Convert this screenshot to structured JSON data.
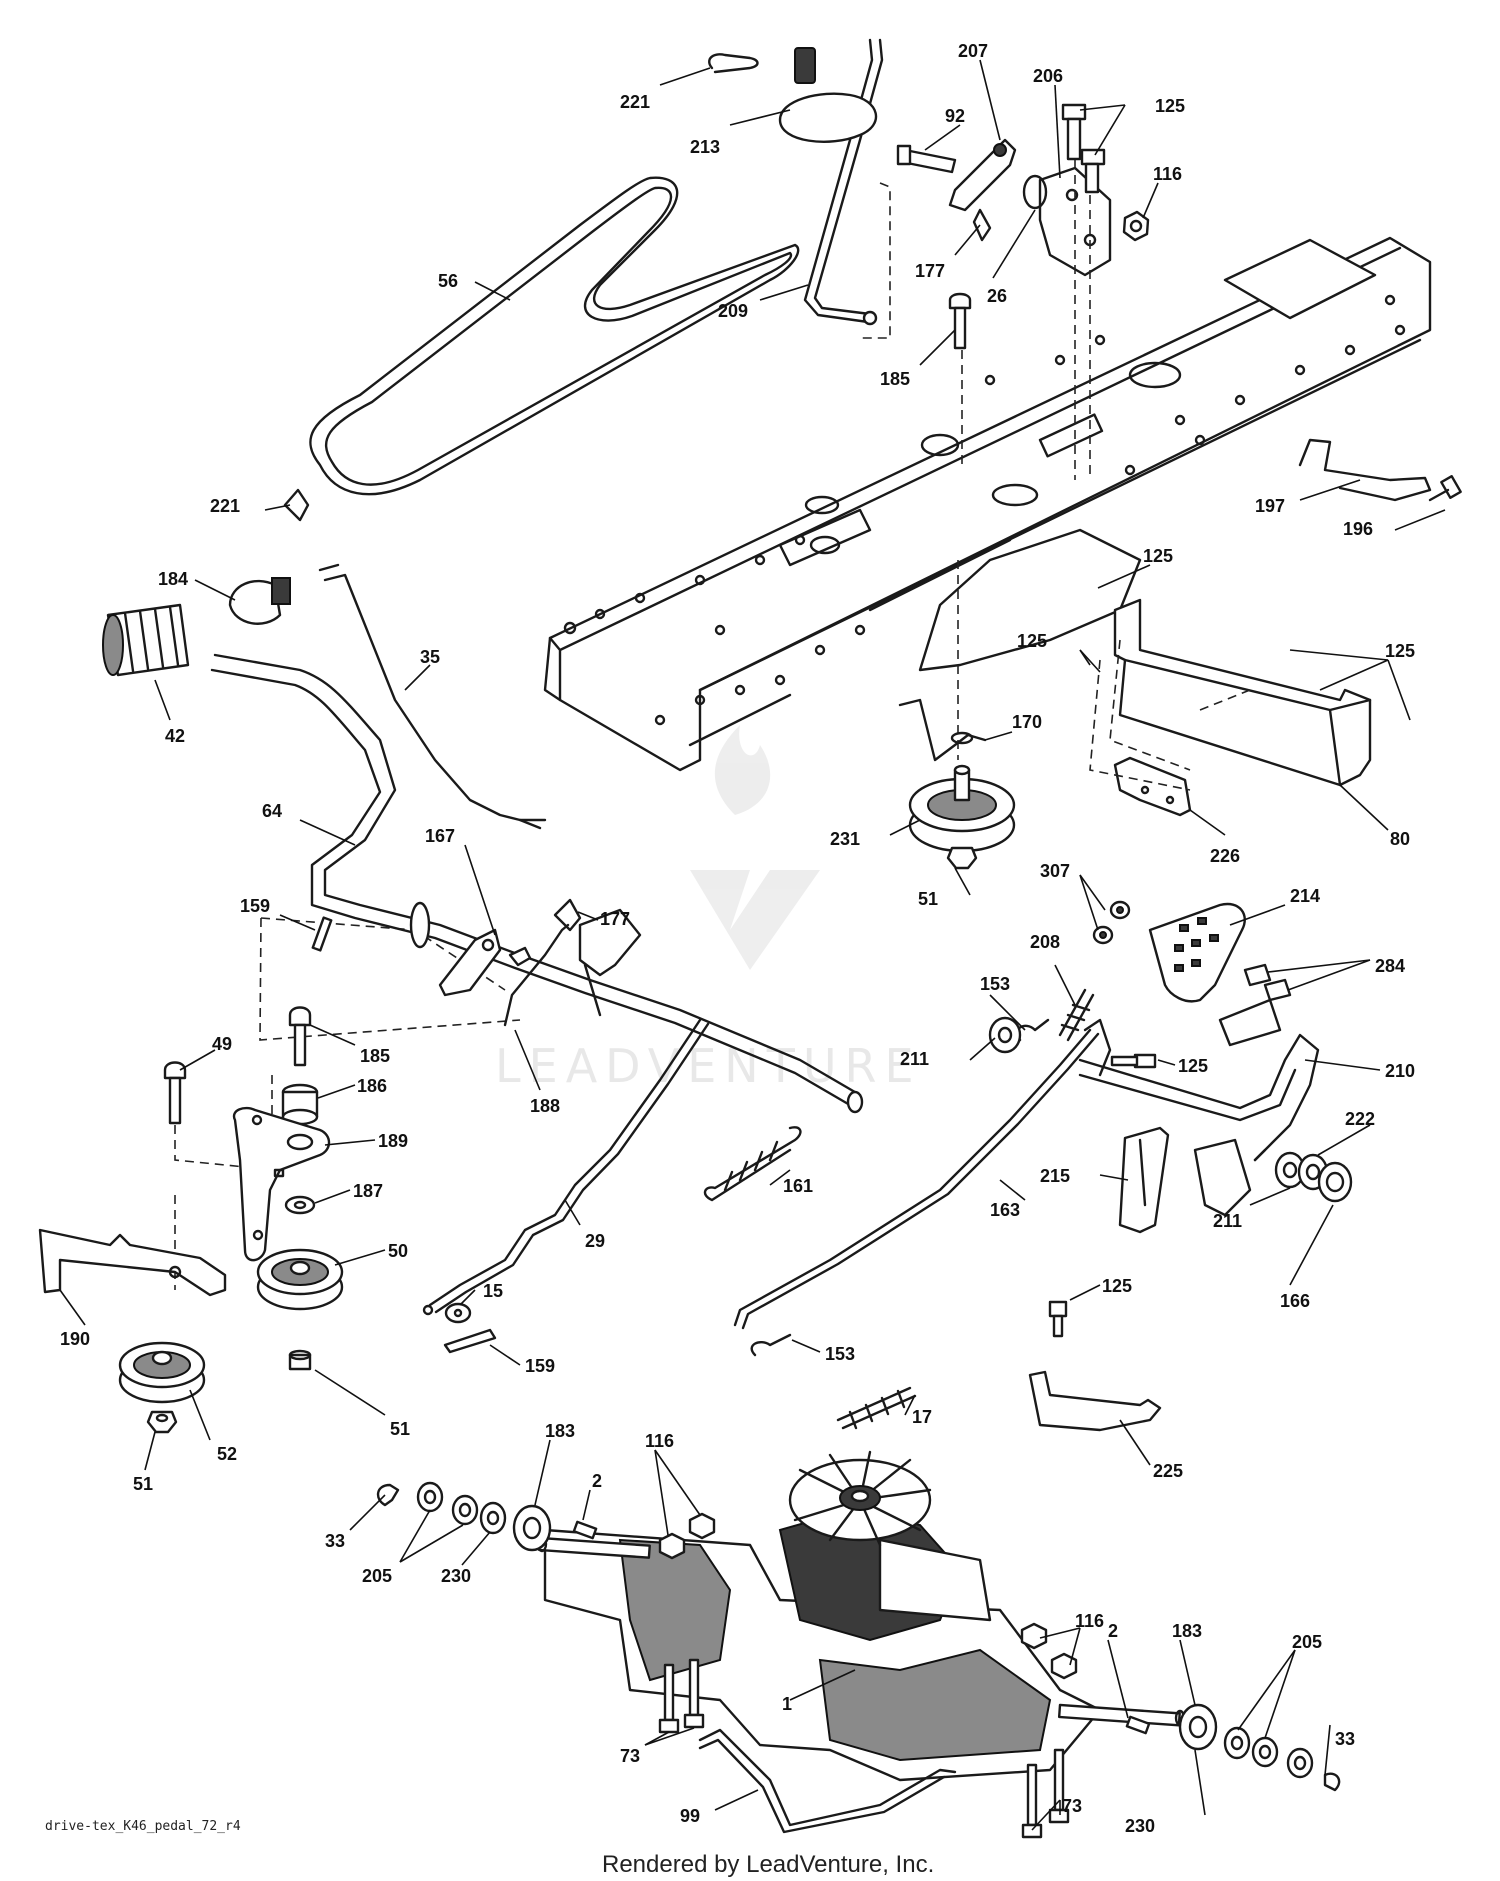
{
  "diagram": {
    "labels": [
      {
        "id": "p221a",
        "text": "221"
      },
      {
        "id": "p213",
        "text": "213"
      },
      {
        "id": "p207",
        "text": "207"
      },
      {
        "id": "p206",
        "text": "206"
      },
      {
        "id": "p92",
        "text": "92"
      },
      {
        "id": "p125a",
        "text": "125"
      },
      {
        "id": "p116a",
        "text": "116"
      },
      {
        "id": "p177a",
        "text": "177"
      },
      {
        "id": "p26",
        "text": "26"
      },
      {
        "id": "p56",
        "text": "56"
      },
      {
        "id": "p209",
        "text": "209"
      },
      {
        "id": "p185a",
        "text": "185"
      },
      {
        "id": "p197",
        "text": "197"
      },
      {
        "id": "p196",
        "text": "196"
      },
      {
        "id": "p221b",
        "text": "221"
      },
      {
        "id": "p184",
        "text": "184"
      },
      {
        "id": "p35",
        "text": "35"
      },
      {
        "id": "p42",
        "text": "42"
      },
      {
        "id": "p125b",
        "text": "125"
      },
      {
        "id": "p125c",
        "text": "125"
      },
      {
        "id": "p125d",
        "text": "125"
      },
      {
        "id": "p170",
        "text": "170"
      },
      {
        "id": "p64",
        "text": "64"
      },
      {
        "id": "p231",
        "text": "231"
      },
      {
        "id": "p80",
        "text": "80"
      },
      {
        "id": "p226",
        "text": "226"
      },
      {
        "id": "p51a",
        "text": "51"
      },
      {
        "id": "p167",
        "text": "167"
      },
      {
        "id": "p177b",
        "text": "177"
      },
      {
        "id": "p307",
        "text": "307"
      },
      {
        "id": "p214",
        "text": "214"
      },
      {
        "id": "p159a",
        "text": "159"
      },
      {
        "id": "p208",
        "text": "208"
      },
      {
        "id": "p153a",
        "text": "153"
      },
      {
        "id": "p284",
        "text": "284"
      },
      {
        "id": "p49",
        "text": "49"
      },
      {
        "id": "p185b",
        "text": "185"
      },
      {
        "id": "p211a",
        "text": "211"
      },
      {
        "id": "p125e",
        "text": "125"
      },
      {
        "id": "p210",
        "text": "210"
      },
      {
        "id": "p186",
        "text": "186"
      },
      {
        "id": "p188",
        "text": "188"
      },
      {
        "id": "p222",
        "text": "222"
      },
      {
        "id": "p189",
        "text": "189"
      },
      {
        "id": "p215",
        "text": "215"
      },
      {
        "id": "p163",
        "text": "163"
      },
      {
        "id": "p187",
        "text": "187"
      },
      {
        "id": "p161",
        "text": "161"
      },
      {
        "id": "p211b",
        "text": "211"
      },
      {
        "id": "p166",
        "text": "166"
      },
      {
        "id": "p29",
        "text": "29"
      },
      {
        "id": "p50",
        "text": "50"
      },
      {
        "id": "p15",
        "text": "15"
      },
      {
        "id": "p190",
        "text": "190"
      },
      {
        "id": "p125f",
        "text": "125"
      },
      {
        "id": "p159b",
        "text": "159"
      },
      {
        "id": "p153b",
        "text": "153"
      },
      {
        "id": "p51b",
        "text": "51"
      },
      {
        "id": "p17",
        "text": "17"
      },
      {
        "id": "p52",
        "text": "52"
      },
      {
        "id": "p225",
        "text": "225"
      },
      {
        "id": "p51c",
        "text": "51"
      },
      {
        "id": "p183a",
        "text": "183"
      },
      {
        "id": "p116b",
        "text": "116"
      },
      {
        "id": "p2a",
        "text": "2"
      },
      {
        "id": "p33a",
        "text": "33"
      },
      {
        "id": "p205a",
        "text": "205"
      },
      {
        "id": "p230a",
        "text": "230"
      },
      {
        "id": "p116c",
        "text": "116"
      },
      {
        "id": "p2b",
        "text": "2"
      },
      {
        "id": "p183b",
        "text": "183"
      },
      {
        "id": "p1",
        "text": "1"
      },
      {
        "id": "p205b",
        "text": "205"
      },
      {
        "id": "p73a",
        "text": "73"
      },
      {
        "id": "p33b",
        "text": "33"
      },
      {
        "id": "p99",
        "text": "99"
      },
      {
        "id": "p73b",
        "text": "73"
      },
      {
        "id": "p230b",
        "text": "230"
      }
    ],
    "drawing_id": "drive-tex_K46_pedal_72_r4",
    "rendered_by": "Rendered by LeadVenture, Inc.",
    "watermark": "LEADVENTURE"
  }
}
